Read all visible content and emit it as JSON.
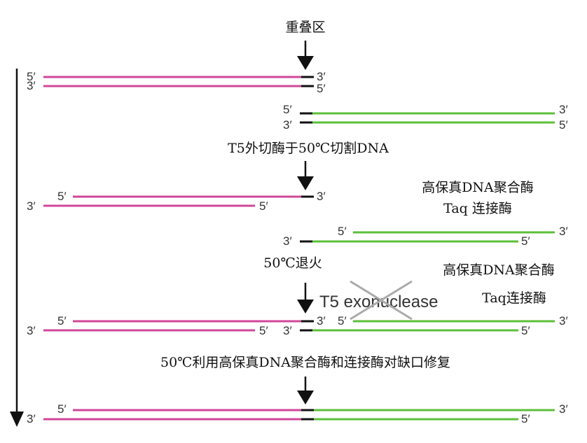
{
  "labels": {
    "overlap_region": "重叠区",
    "step1": "T5外切酶于50℃切割DNA",
    "enzymes_a_line1": "高保真DNA聚合酶",
    "enzymes_a_line2": "Taq 连接酶",
    "step2": "50℃退火",
    "enzymes_b_line1": "高保真DNA聚合酶",
    "enzymes_b_line2": "Taq连接酶",
    "crossed_enzyme": "T5 exonuclease",
    "step3": "50℃利用高保真DNA聚合酶和连接酶对缺口修复"
  },
  "ends": {
    "five": "5′",
    "three": "3′"
  },
  "colors": {
    "fragment_a": "#d1479a",
    "fragment_b": "#5cbf3a",
    "overlap": "#111111",
    "cross": "#aaaaaa"
  }
}
